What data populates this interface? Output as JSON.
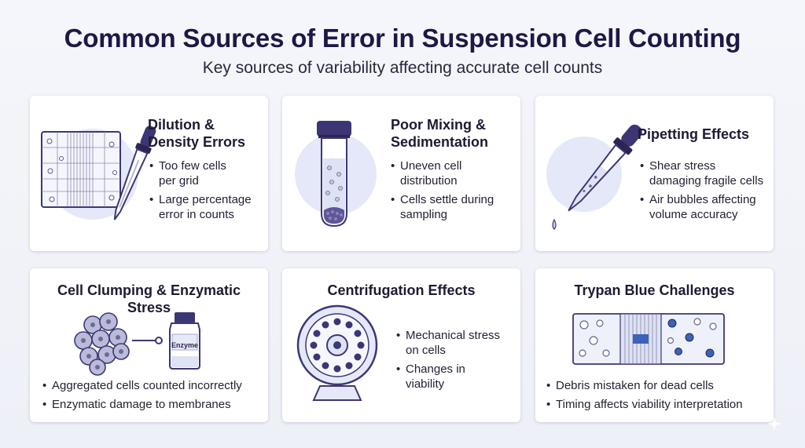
{
  "header": {
    "title": "Common Sources of Error in Suspension Cell Counting",
    "subtitle": "Key sources of variability affecting accurate cell counts"
  },
  "colors": {
    "title": "#1d1845",
    "accent": "#3d3675",
    "light_blob": "#e4e8f8",
    "blue_dye": "#3b63b8"
  },
  "cards": [
    {
      "title_line1": "Dilution &",
      "title_line2": "Density Errors",
      "icon": "hemocytometer-pipette-icon",
      "bullets": [
        {
          "l1": "Too few cells",
          "l2": "per grid"
        },
        {
          "l1": "Large percentage",
          "l2": "error in counts"
        }
      ]
    },
    {
      "title_line1": "Poor Mixing &",
      "title_line2": "Sedimentation",
      "icon": "test-tube-icon",
      "bullets": [
        {
          "l1": "Uneven cell",
          "l2": "distribution"
        },
        {
          "l1": "Cells settle during",
          "l2": "sampling"
        }
      ]
    },
    {
      "title_line1": "Pipetting Effects",
      "icon": "dropper-icon",
      "bullets": [
        {
          "l1": "Shear stress",
          "l2": "damaging fragile cells"
        },
        {
          "l1": "Air bubbles affecting",
          "l2": "volume accuracy"
        }
      ]
    },
    {
      "title_line1": "Cell Clumping & Enzymatic",
      "title_line2": "Stress",
      "icon": "cell-cluster-icon",
      "vial_label": "Enzyme",
      "bullets": [
        {
          "l1": "Aggregated cells counted incorrectly"
        },
        {
          "l1": "Enzymatic damage to membranes"
        }
      ]
    },
    {
      "title_line1": "Centrifugation Effects",
      "icon": "centrifuge-rotor-icon",
      "bullets": [
        {
          "l1": "Mechanical stress",
          "l2": "on cells"
        },
        {
          "l1": "Changes in",
          "l2": "viability"
        }
      ]
    },
    {
      "title_line1": "Trypan Blue Challenges",
      "icon": "trypan-slide-icon",
      "bullets": [
        {
          "l1": "Debris mistaken for dead cells"
        },
        {
          "l1": "Timing affects viability interpretation"
        }
      ]
    }
  ]
}
